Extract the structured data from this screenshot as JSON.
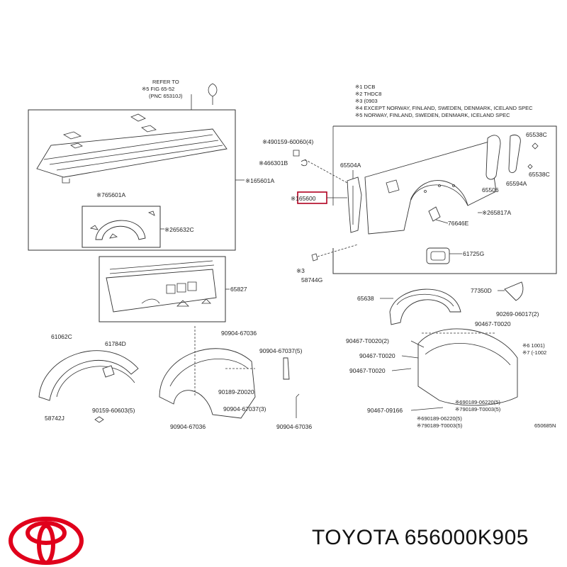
{
  "brand": {
    "name": "TOYOTA",
    "part_number": "656000K905",
    "logo_color": "#e0001b"
  },
  "diagram": {
    "refer": {
      "line1": "REFER TO",
      "line2": "※5 FIG 65-52",
      "line3": "(PNC 65310J)"
    },
    "notes": [
      "※1 DCB",
      "※2 THDC8",
      "※3 (0903",
      "※4 EXCEPT NORWAY, FINLAND, SWEDEN, DENMARK, ICELAND SPEC",
      "※5 NORWAY, FINLAND, SWEDEN, DENMARK, ICELAND SPEC"
    ],
    "labels": {
      "p765601A": "※765601A",
      "p165601A": "※165601A",
      "p265632C": "※265632C",
      "p65827": "65827",
      "p490159": "※490159-60060(4)",
      "p466301B": "※466301B",
      "p165600": "※165600",
      "p65504A": "65504A",
      "p65506": "65506",
      "p65538C_a": "65538C",
      "p65538C_b": "65538C",
      "p65594A": "65594A",
      "p265817A": "※265817A",
      "p76646E": "76646E",
      "p61725G": "61725G",
      "p58744G": "58744G",
      "p3": "※3",
      "p65638": "65638",
      "p77350D": "77350D",
      "p90269": "90269-06017(2)",
      "p90467_T0020_top": "90467-T0020",
      "p90467_T0020_l1": "90467-T0020(2)",
      "p90467_T0020_l2": "90467-T0020",
      "p90467_T0020_l3": "90467-T0020",
      "p90467_09166": "90467-09166",
      "p6_1001": "※6 1001)",
      "p7_1002": "※7 (-1002",
      "p90189_06220_a": "※690189-06220(5)",
      "p790189_T0003_a": "※790189-T0003(5)",
      "p690189_06220_b": "※690189-06220(5)",
      "p790189_T0003_b": "※790189-T0003(5)",
      "p61062C": "61062C",
      "p61784D": "61784D",
      "p58742J": "58742J",
      "p90159_60603": "90159-60603(5)",
      "p90904_67036_top": "90904-67036",
      "p90904_67037_r": "90904-67037(5)",
      "p90189_Z0020": "90189-Z0020",
      "p90904_67037_b": "90904-67037(3)",
      "p90904_67036_bl": "90904-67036",
      "p90904_67036_br": "90904-67036",
      "fig_id": "650685N"
    }
  }
}
